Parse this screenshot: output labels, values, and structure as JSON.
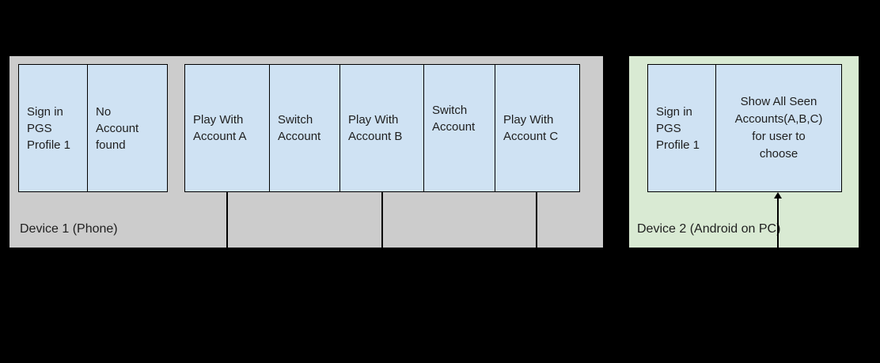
{
  "colors": {
    "background": "#000000",
    "device1_fill": "#cccccc",
    "device2_fill": "#d9ead3",
    "step_fill": "#cfe2f3",
    "stroke": "#000000",
    "text": "#1f1f1f"
  },
  "device1": {
    "label": "Device 1 (Phone)",
    "signin_steps": [
      {
        "text": "Sign in\nPGS\nProfile 1"
      },
      {
        "text": "No\nAccount\nfound"
      }
    ],
    "play_steps": [
      {
        "text": "Play With\nAccount A"
      },
      {
        "text": "Switch\nAccount"
      },
      {
        "text": "Play With\nAccount B"
      },
      {
        "text": "Switch\nAccount"
      },
      {
        "text": "Play With\nAccount C"
      }
    ]
  },
  "device2": {
    "label": "Device 2 (Android on PC)",
    "steps": [
      {
        "text": "Sign in\nPGS\nProfile 1"
      },
      {
        "text": "Show All Seen\nAccounts(A,B,C)\nfor user to\nchoose"
      }
    ]
  }
}
